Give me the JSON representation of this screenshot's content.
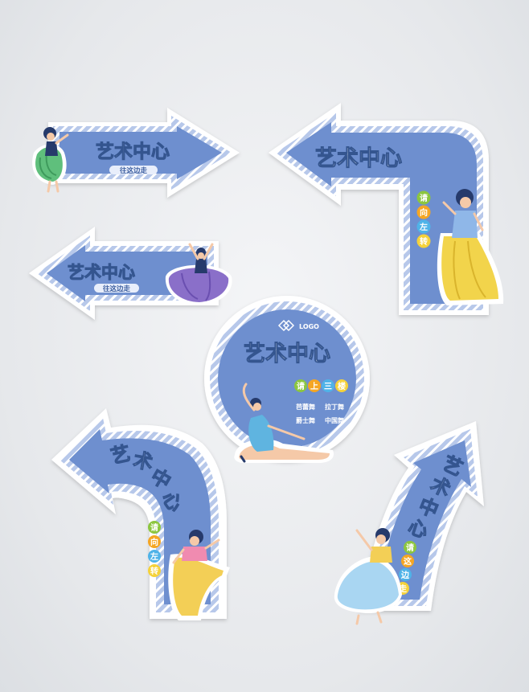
{
  "colors": {
    "sign_blue": "#6e8fcf",
    "sign_border": "#b7c8ea",
    "stripe": "#ffffff",
    "outline": "#ffffff",
    "badge_green": "#8cc63f",
    "badge_orange": "#f5a623",
    "badge_blue": "#4fb3e8",
    "badge_yellow": "#f5d23a"
  },
  "signs": {
    "right_arrow": {
      "title": "艺术中心",
      "subtitle": "往这边走"
    },
    "left_turn_arrow": {
      "title": "艺术中心",
      "chars": [
        "请",
        "向",
        "左",
        "转"
      ]
    },
    "left_arrow": {
      "title": "艺术中心",
      "subtitle": "往这边走"
    },
    "round_sign": {
      "logo_text": "LOGO",
      "title": "艺术中心",
      "floor_chars": [
        "请",
        "上",
        "三",
        "楼"
      ],
      "dance_list": [
        "芭蕾舞",
        "拉丁舞",
        "爵士舞",
        "中国舞"
      ]
    },
    "bottom_left_turn": {
      "title_chars": [
        "艺",
        "术",
        "中",
        "心"
      ],
      "chars": [
        "请",
        "向",
        "左",
        "转"
      ]
    },
    "bottom_right_curve": {
      "title_chars": [
        "艺",
        "术",
        "中",
        "心"
      ],
      "chars": [
        "请",
        "这",
        "边",
        "走"
      ]
    }
  }
}
